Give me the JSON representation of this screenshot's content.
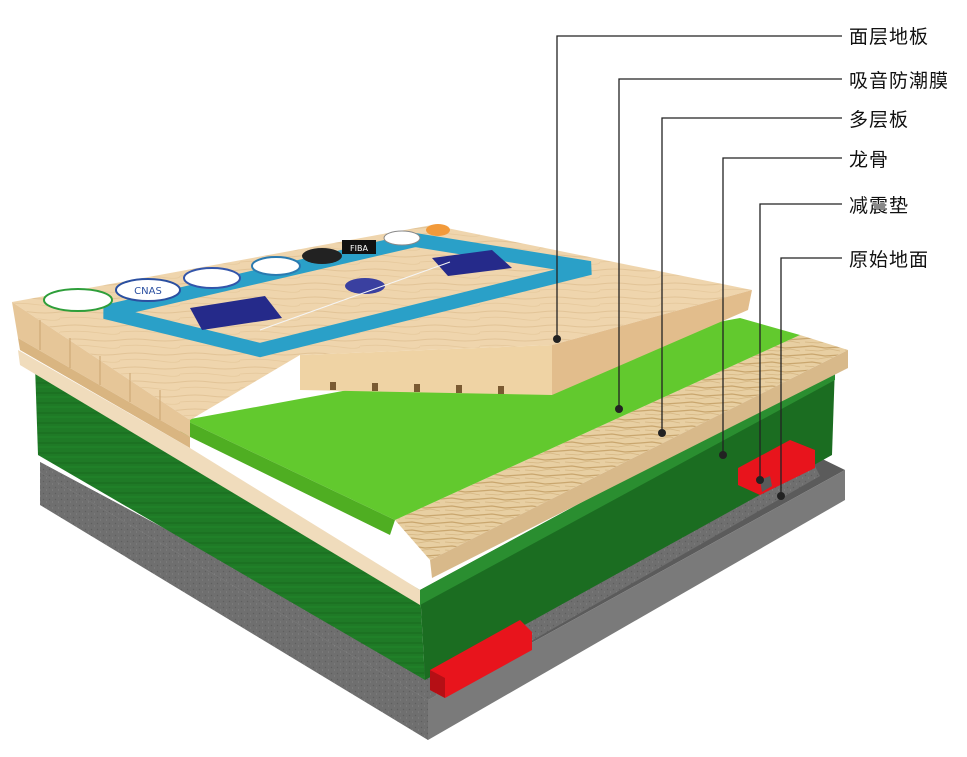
{
  "labels": [
    {
      "text": "面层地板"
    },
    {
      "text": "吸音防潮膜"
    },
    {
      "text": "多层板"
    },
    {
      "text": "龙骨"
    },
    {
      "text": "减震垫"
    },
    {
      "text": "原始地面"
    }
  ],
  "court_logos": [
    "CNAS",
    "FIBA"
  ],
  "colors": {
    "maple_face": "#efd5ad",
    "maple_side": "#e2bd8c",
    "membrane_green": "#62c92e",
    "plywood_green": "#1f7a26",
    "plywood_green_dark": "#155c1a",
    "veneer": "#e8cfa2",
    "pad_red": "#e8141c",
    "concrete": "#6f6f6f",
    "court_blue": "#2aa0c8",
    "key_navy": "#252a8a"
  }
}
